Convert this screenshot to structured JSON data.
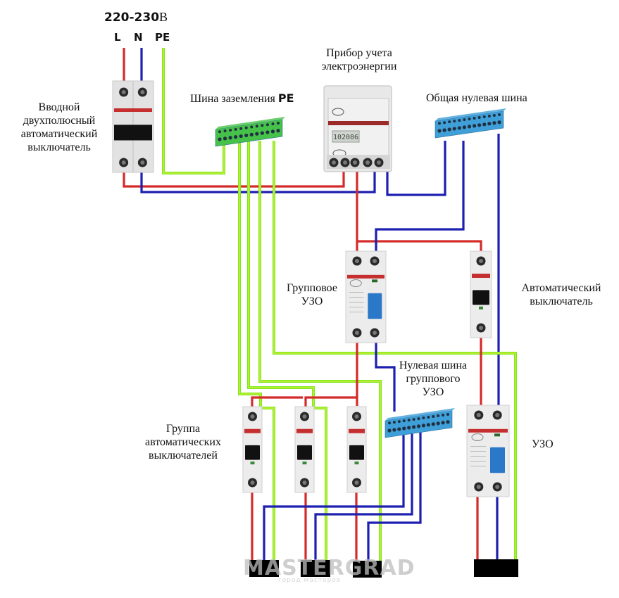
{
  "supply": {
    "voltage": "220-230",
    "voltage_unit": "В",
    "conductors": [
      "L",
      "N",
      "PE"
    ]
  },
  "labels": {
    "main_breaker": [
      "Вводной",
      "двухполюсный",
      "автоматический",
      "выключатель"
    ],
    "pe_bus_text": "Шина заземления ",
    "pe_bus_suffix": "PE",
    "meter": [
      "Прибор учета",
      "электроэнергии"
    ],
    "neutral_bus": "Общая нулевая шина",
    "group_rcd": [
      "Групповое",
      "УЗО"
    ],
    "circuit_breaker": [
      "Автоматический",
      "выключатель"
    ],
    "group_neutral_bus": [
      "Нулевая шина",
      "группового",
      "УЗО"
    ],
    "breaker_group": [
      "Группа",
      "автоматических",
      "выключателей"
    ],
    "rcd": "УЗО"
  },
  "meter_display": "102086",
  "watermark": {
    "title": "MASTERGRAD",
    "subtitle": "город мастеров"
  },
  "colors": {
    "phase": "#d42a2a",
    "neutral": "#1d1fb0",
    "pe": "#7ee81a",
    "pe_core": "#d8f040",
    "neutral_bus": "#3f9fd8",
    "pe_bus": "#46c24a",
    "device": "#ececec",
    "device_stripe": "#c52f2f",
    "load": "#000000"
  }
}
